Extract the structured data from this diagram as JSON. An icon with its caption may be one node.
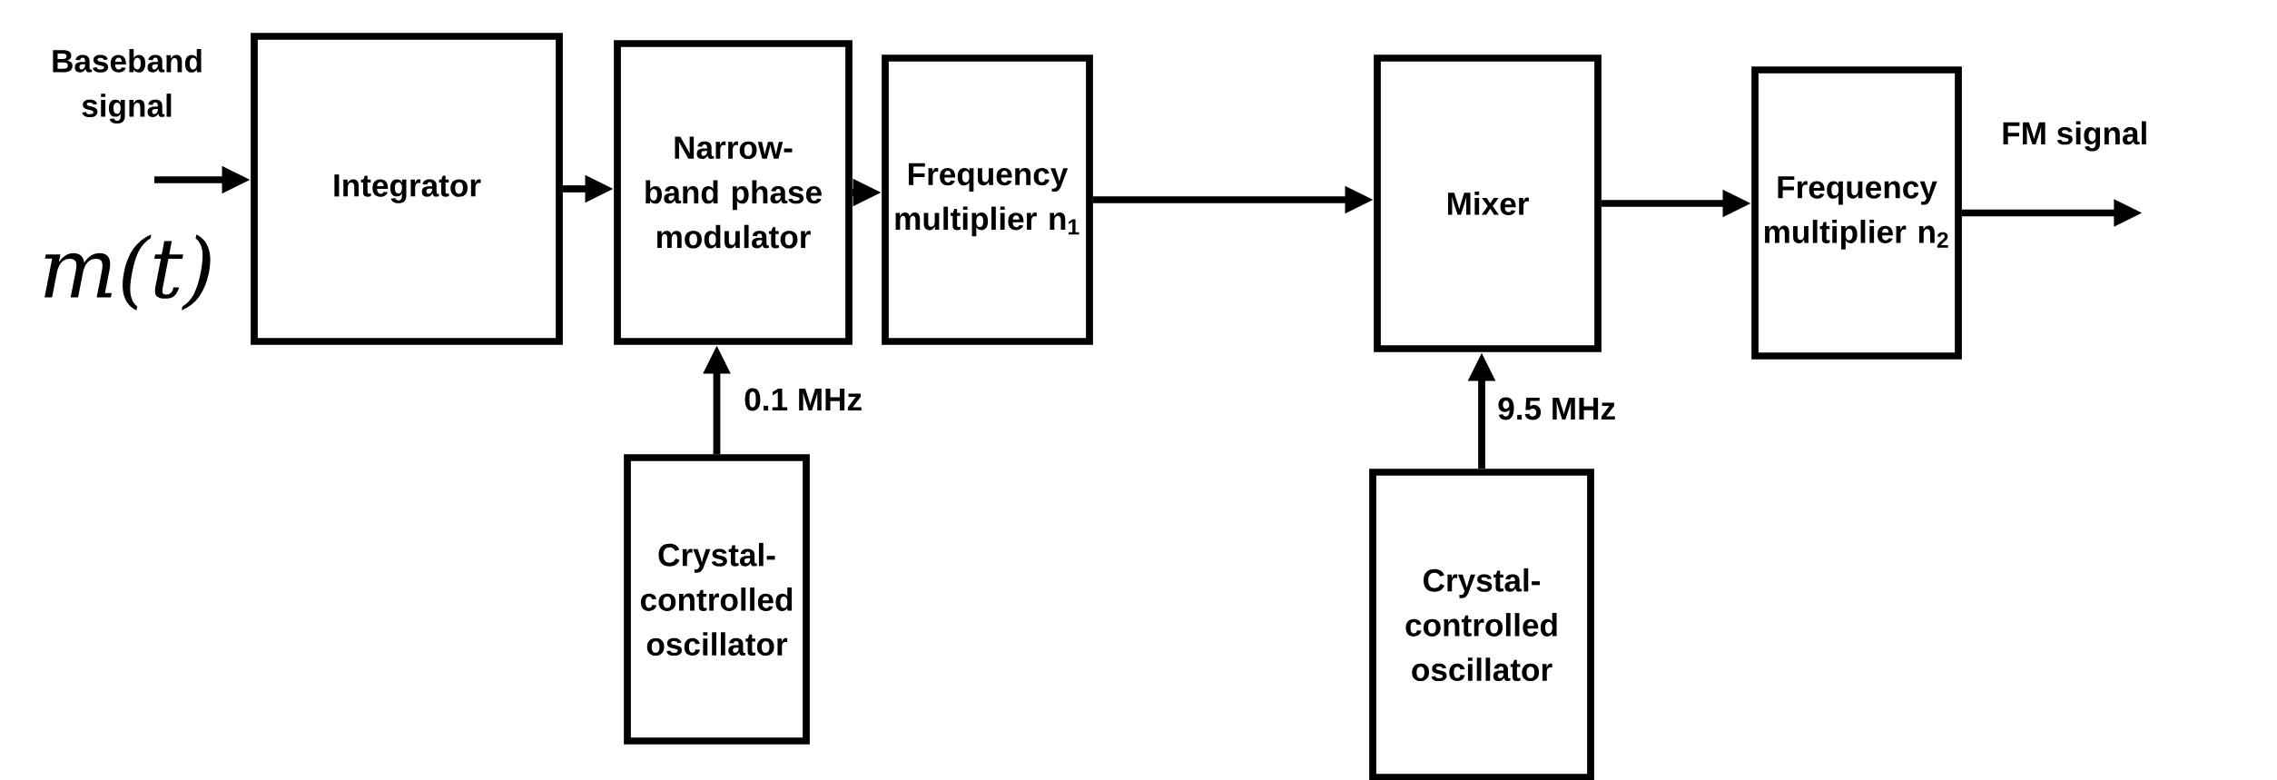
{
  "diagram": {
    "nodes": [
      {
        "text": [
          "Integrator"
        ]
      },
      {
        "text": [
          "Narrow-band phase modulator"
        ]
      },
      {
        "text": [
          "Frequency multiplier n$_{1}$"
        ]
      },
      {
        "text": [
          "Mixer"
        ]
      },
      {
        "text": [
          "Frequency multiplier n$_{2}$"
        ]
      },
      {
        "text": [
          "Crystal-controlled oscillator"
        ]
      },
      {
        "text": [
          "Crystal-controlled oscillator"
        ]
      }
    ],
    "edges": [
      {
        "from": null,
        "to": 0,
        "arrow": "to",
        "label": "Baseband signal"
      },
      {
        "from": 0,
        "to": 1,
        "arrow": "to"
      },
      {
        "from": 1,
        "to": 2,
        "arrow": "to"
      },
      {
        "from": 2,
        "to": 3,
        "arrow": "to"
      },
      {
        "from": 3,
        "to": 4,
        "arrow": "to"
      },
      {
        "from": 4,
        "to": null,
        "arrow": "to",
        "label": "FM signal"
      },
      {
        "from": 5,
        "to": 1,
        "arrow": "to",
        "label": "0.1 MHz"
      },
      {
        "from": 6,
        "to": 3,
        "arrow": "to",
        "label": "9.5 MHz"
      }
    ],
    "labels": [
      "m(t)"
    ]
  }
}
